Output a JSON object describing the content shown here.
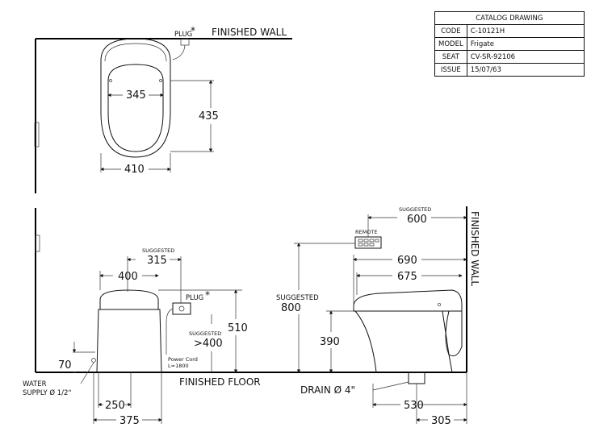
{
  "catalog": {
    "title": "CATALOG DRAWING",
    "rows": [
      {
        "key": "CODE",
        "value": "C-10121H"
      },
      {
        "key": "MODEL",
        "value": "Frigate"
      },
      {
        "key": "SEAT",
        "value": "CV-SR-92106"
      },
      {
        "key": "ISSUE",
        "value": "15/07/63"
      }
    ]
  },
  "top_view": {
    "wall_label": "FINISHED WALL",
    "plug_label": "PLUG",
    "asterisk": "*",
    "dim_345": "345",
    "dim_435": "435",
    "dim_410": "410"
  },
  "front_view": {
    "suggested_small": "SUGGESTED",
    "dim_315": "315",
    "dim_400_top": "400",
    "plug_label": "PLUG",
    "asterisk": "*",
    "dim_510": "510",
    "suggested_small_2": "SUGGESTED",
    "dim_gt400": ">400",
    "power_cord_1": "Power Cord",
    "power_cord_2": "L=1800",
    "dim_70": "70",
    "water_1": "WATER",
    "water_2": "SUPPLY Ø 1/2\"",
    "floor_label": "FINISHED FLOOR",
    "dim_250": "250",
    "dim_375": "375"
  },
  "side_view": {
    "suggested_top": "SUGGESTED",
    "dim_600": "600",
    "remote_label": "REMOTE",
    "dim_690": "690",
    "dim_675": "675",
    "suggested_left": "SUGGESTED",
    "dim_800": "800",
    "dim_390": "390",
    "wall_label": "FINISHED WALL",
    "drain_label": "DRAIN Ø 4\"",
    "dim_530": "530",
    "dim_305": "305"
  }
}
